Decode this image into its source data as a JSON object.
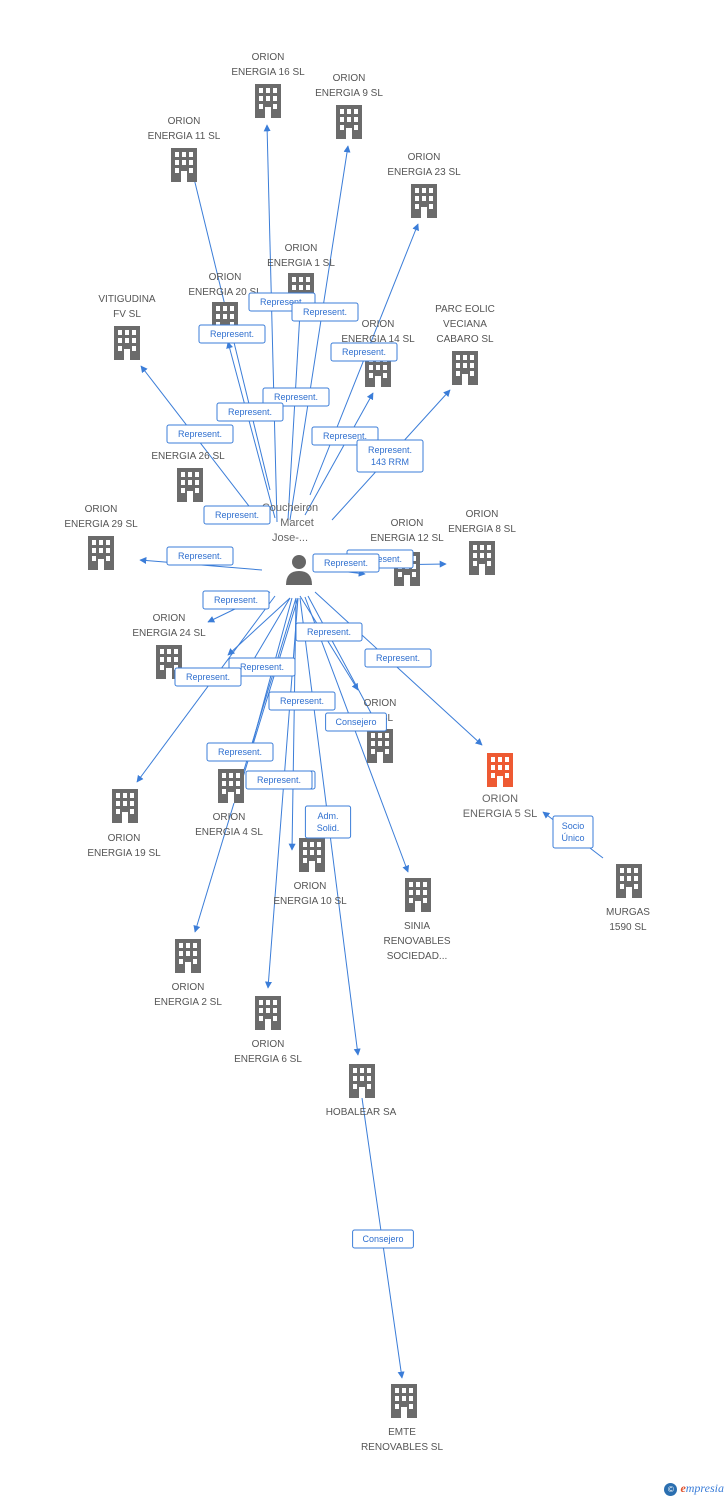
{
  "colors": {
    "edge": "#3b7dd8",
    "building": "#6b6b6b",
    "focus_building": "#ee5a33",
    "person": "#666666"
  },
  "person": {
    "lines": [
      "Coucheiron",
      "Marcet",
      "Jose-..."
    ]
  },
  "nodes": [
    {
      "id": "n16",
      "lines": [
        "ORION",
        "ENERGIA 16 SL"
      ]
    },
    {
      "id": "n9",
      "lines": [
        "ORION",
        "ENERGIA 9 SL"
      ]
    },
    {
      "id": "n11",
      "lines": [
        "ORION",
        "ENERGIA 11 SL"
      ]
    },
    {
      "id": "n23",
      "lines": [
        "ORION",
        "ENERGIA 23 SL"
      ]
    },
    {
      "id": "n1",
      "lines": [
        "ORION",
        "ENERGIA 1 SL"
      ]
    },
    {
      "id": "n20",
      "lines": [
        "ORION",
        "ENERGIA 20 SL"
      ]
    },
    {
      "id": "vit",
      "lines": [
        "VITIGUDINA",
        "FV SL"
      ]
    },
    {
      "id": "n14",
      "lines": [
        "ORION",
        "ENERGIA 14 SL"
      ]
    },
    {
      "id": "parc",
      "lines": [
        "PARC EOLIC",
        "VECIANA",
        "CABARO SL"
      ]
    },
    {
      "id": "n26",
      "lines": [
        "ENERGIA 26 SL"
      ]
    },
    {
      "id": "n29",
      "lines": [
        "ORION",
        "ENERGIA 29 SL"
      ]
    },
    {
      "id": "n12",
      "lines": [
        "ORION",
        "ENERGIA 12 SL"
      ]
    },
    {
      "id": "n8",
      "lines": [
        "ORION",
        "ENERGIA 8 SL"
      ]
    },
    {
      "id": "n24",
      "lines": [
        "ORION",
        "ENERGIA 24 SL"
      ]
    },
    {
      "id": "n28",
      "lines": [
        "ORION",
        "28 SL"
      ]
    },
    {
      "id": "n5",
      "lines": [
        "ORION",
        "ENERGIA 5 SL"
      ],
      "focus": true
    },
    {
      "id": "n19",
      "lines": [
        "ORION",
        "ENERGIA 19 SL"
      ]
    },
    {
      "id": "n4",
      "lines": [
        "ORION",
        "ENERGIA 4 SL"
      ]
    },
    {
      "id": "n10",
      "lines": [
        "ORION",
        "ENERGIA 10 SL"
      ]
    },
    {
      "id": "sinia",
      "lines": [
        "SINIA",
        "RENOVABLES",
        "SOCIEDAD..."
      ]
    },
    {
      "id": "murgas",
      "lines": [
        "MURGAS",
        "1590  SL"
      ]
    },
    {
      "id": "n2",
      "lines": [
        "ORION",
        "ENERGIA 2 SL"
      ]
    },
    {
      "id": "n6",
      "lines": [
        "ORION",
        "ENERGIA 6 SL"
      ]
    },
    {
      "id": "hob",
      "lines": [
        "HOBALEAR SA"
      ]
    },
    {
      "id": "emte",
      "lines": [
        "EMTE",
        "RENOVABLES SL"
      ]
    }
  ],
  "edges": [
    {
      "label": [
        "Represent."
      ]
    },
    {
      "label": [
        "Represent."
      ]
    },
    {
      "label": [
        "Represent."
      ]
    },
    {
      "label": [
        "Represent."
      ]
    },
    {
      "label": [
        "Represent."
      ]
    },
    {
      "label": [
        "Represent."
      ]
    },
    {
      "label": [
        "Represent."
      ]
    },
    {
      "label": [
        "Represent."
      ]
    },
    {
      "label": [
        "Represent.",
        "143 RRM"
      ]
    },
    {
      "label": [
        "Represent."
      ]
    },
    {
      "label": [
        "Represent."
      ]
    },
    {
      "label": [
        "Represent."
      ]
    },
    {
      "label": [
        "Represent."
      ]
    },
    {
      "label": [
        "Represent."
      ]
    },
    {
      "label": [
        "Represent."
      ]
    },
    {
      "label": [
        "Represent."
      ]
    },
    {
      "label": [
        "Represent."
      ]
    },
    {
      "label": [
        "Represent."
      ]
    },
    {
      "label": [
        "Consejero"
      ]
    },
    {
      "label": [
        "Represent."
      ]
    },
    {
      "label": [
        "Represent."
      ]
    },
    {
      "label": [
        "Represent."
      ]
    },
    {
      "label": [
        "Adm.",
        "Solid."
      ]
    },
    {
      "label": [
        "Socio",
        "Único"
      ]
    },
    {
      "label": [
        "Consejero"
      ]
    },
    {
      "label": [
        "Represent."
      ]
    }
  ],
  "logo": {
    "text": "mpresia",
    "initial": "e",
    "mark": "©"
  }
}
